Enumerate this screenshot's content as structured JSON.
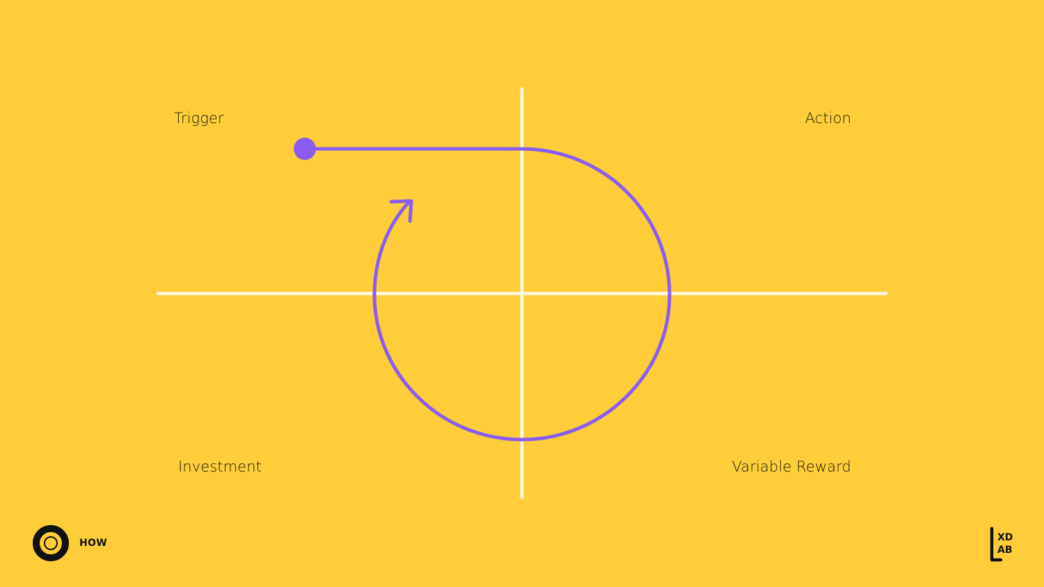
{
  "diagram": {
    "quadrants": {
      "top_left": "Trigger",
      "top_right": "Action",
      "bottom_left": "Investment",
      "bottom_right": "Variable Reward"
    },
    "colors": {
      "background": "#FECD38",
      "axes": "#FFF6DC",
      "loop": "#8C5CF2",
      "text": "#1E1A14"
    }
  },
  "footer": {
    "left_brand": "HOW",
    "right_brand_logo_text": "XD LAB"
  }
}
